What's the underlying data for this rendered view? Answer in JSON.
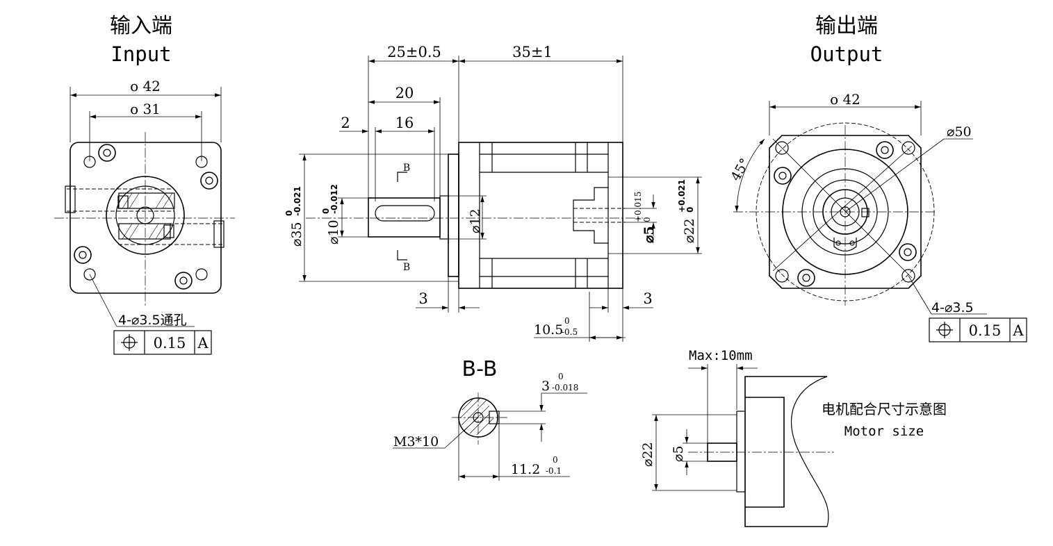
{
  "input_view": {
    "title_cn": "输入端",
    "title_en": "Input",
    "dim_outer": "o 42",
    "dim_inner": "o 31",
    "holes_note": "4-⌀3.5通孔",
    "tolerance_frame": {
      "symbol": "⌖",
      "value": "0.15",
      "datum": "A"
    }
  },
  "side_view": {
    "dim_top_left": "25±0.5",
    "dim_top_right": "35±1",
    "dim_20": "20",
    "dim_16": "16",
    "dim_2": "2",
    "dia_35": "⌀35",
    "dia_35_tol_upper": "0",
    "dia_35_tol_lower": "-0.021",
    "dia_10": "⌀10",
    "dia_10_tol_upper": "0",
    "dia_10_tol_lower": "-0.012",
    "dia_12": "⌀12",
    "dia_5": "⌀5",
    "dia_5_tol_upper": "+0.015",
    "dia_5_tol_lower": "0",
    "dia_22": "⌀22",
    "dia_22_tol_upper": "+0.021",
    "dia_22_tol_lower": "0",
    "section_mark": "B",
    "dim_3_left": "3",
    "dim_3_right": "3",
    "dim_105": "10.5",
    "dim_105_tol_upper": "0",
    "dim_105_tol_lower": "-0.5"
  },
  "output_view": {
    "title_cn": "输出端",
    "title_en": "Output",
    "dim_outer": "o 42",
    "dia_50": "⌀50",
    "angle": "45°",
    "holes_note": "4-⌀3.5",
    "tolerance_frame": {
      "symbol": "⌖",
      "value": "0.15",
      "datum": "A"
    }
  },
  "section_bb": {
    "title": "B-B",
    "key_width": "3",
    "key_width_tol_upper": "0",
    "key_width_tol_lower": "-0.018",
    "thread": "M3*10",
    "key_depth": "11.2",
    "key_depth_tol_upper": "0",
    "key_depth_tol_lower": "-0.1"
  },
  "motor_size": {
    "max_note": "Max:10mm",
    "title_cn": "电机配合尺寸示意图",
    "title_en": "Motor size",
    "dia_22": "⌀22",
    "dia_5": "⌀5"
  }
}
